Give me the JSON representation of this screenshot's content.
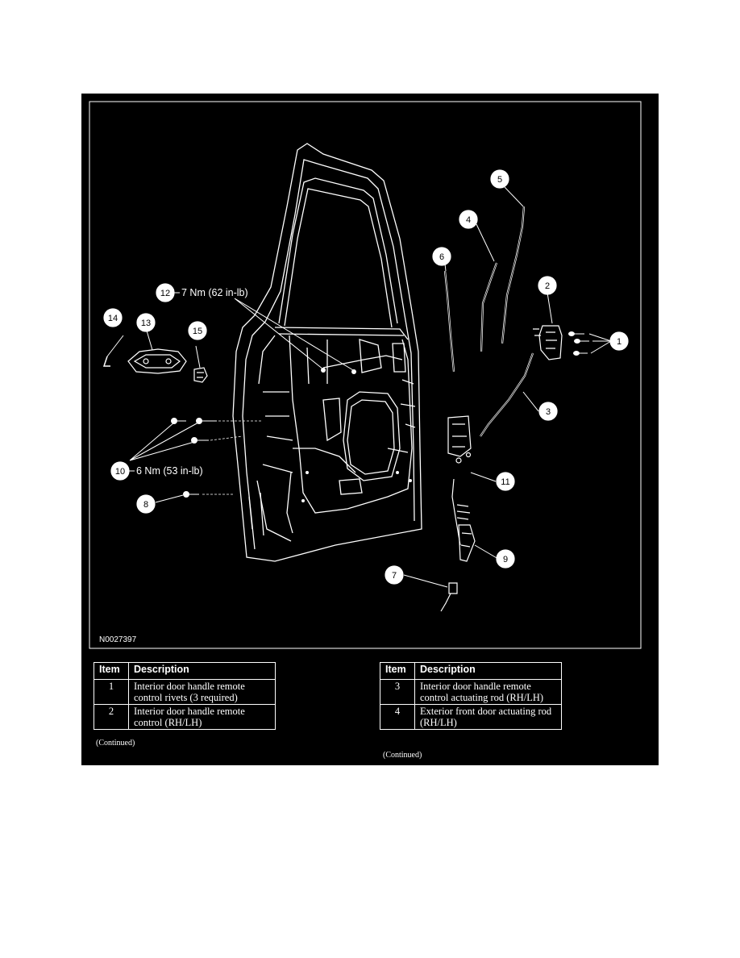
{
  "figure": {
    "id": "N0027397",
    "callouts": [
      {
        "n": "1"
      },
      {
        "n": "2"
      },
      {
        "n": "3"
      },
      {
        "n": "4"
      },
      {
        "n": "5"
      },
      {
        "n": "6"
      },
      {
        "n": "7"
      },
      {
        "n": "8"
      },
      {
        "n": "9"
      },
      {
        "n": "10"
      },
      {
        "n": "11"
      },
      {
        "n": "12"
      },
      {
        "n": "13"
      },
      {
        "n": "14"
      },
      {
        "n": "15"
      }
    ],
    "torque_labels": {
      "c12": "7 Nm (62 in-lb)",
      "c10": "6 Nm (53 in-lb)"
    }
  },
  "tables": {
    "header_item": "Item",
    "header_desc": "Description",
    "continued": "(Continued)",
    "left": [
      {
        "item": "1",
        "desc": "Interior door handle remote control rivets (3 required)"
      },
      {
        "item": "2",
        "desc": "Interior door handle remote control (RH/LH)"
      }
    ],
    "right": [
      {
        "item": "3",
        "desc": "Interior door handle remote control actuating rod (RH/LH)"
      },
      {
        "item": "4",
        "desc": "Exterior front door actuating rod (RH/LH)"
      }
    ]
  },
  "colors": {
    "background": "#000000",
    "lines": "#ffffff",
    "page": "#ffffff"
  }
}
